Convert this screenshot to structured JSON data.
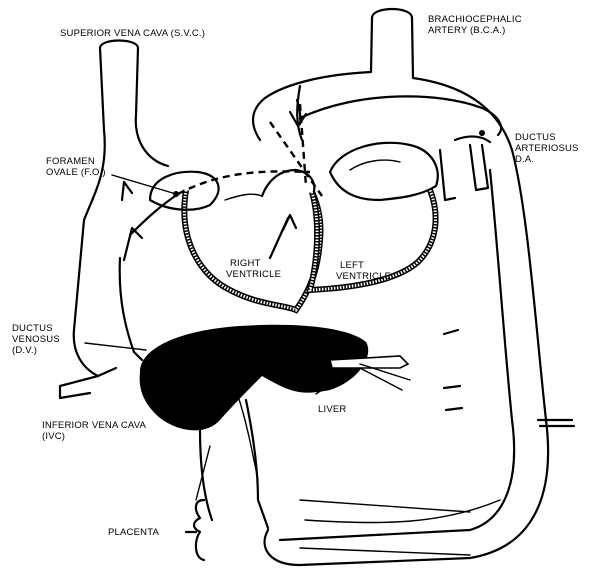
{
  "labels": {
    "svc": "SUPERIOR VENA CAVA (S.V.C.)",
    "bca_1": "BRACHIOCEPHALIC",
    "bca_2": "ARTERY (B.C.A.)",
    "fo_1": "FORAMEN",
    "fo_2": "OVALE (F.O.)",
    "da_1": "DUCTUS",
    "da_2": "ARTERIOSUS",
    "da_3": "D.A.",
    "rv_1": "RIGHT",
    "rv_2": "VENTRICLE",
    "lv_1": "LEFT",
    "lv_2": "VENTRICLE",
    "dv_1": "DUCTUS",
    "dv_2": "VENOSUS",
    "dv_3": "(D.V.)",
    "liver": "LIVER",
    "ivc_1": "INFERIOR VENA CAVA",
    "ivc_2": "(IVC)",
    "placenta": "PLACENTA"
  }
}
